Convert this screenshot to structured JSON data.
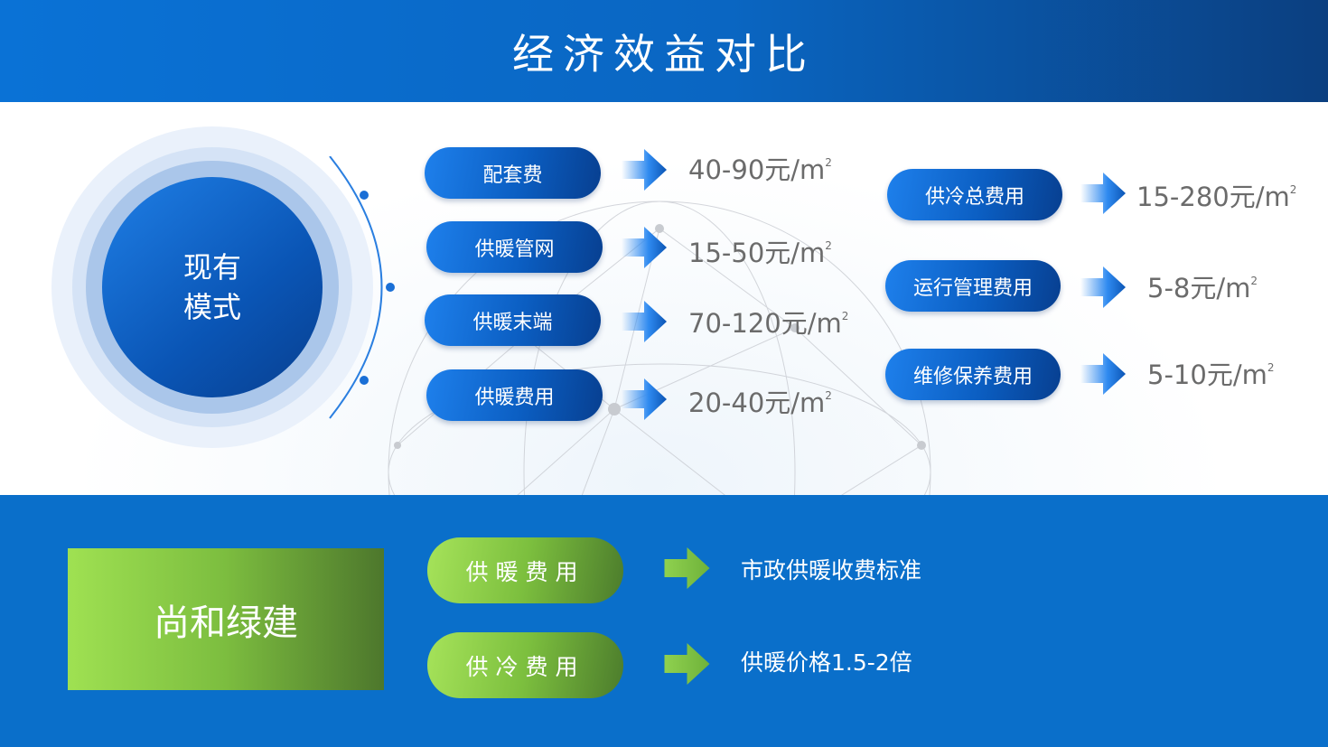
{
  "title": "经济效益对比",
  "current_mode": {
    "label_line1": "现有",
    "label_line2": "模式",
    "left_items": [
      {
        "label": "配套费",
        "value": "40-90元/m",
        "unit_sup": "2"
      },
      {
        "label": "供暖管网",
        "value": "15-50元/m",
        "unit_sup": "2"
      },
      {
        "label": "供暖末端",
        "value": "70-120元/m",
        "unit_sup": "2"
      },
      {
        "label": "供暖费用",
        "value": "20-40元/m",
        "unit_sup": "2"
      }
    ],
    "right_items": [
      {
        "label": "供冷总费用",
        "value": "15-280元/m",
        "unit_sup": "2"
      },
      {
        "label": "运行管理费用",
        "value": "5-8元/m",
        "unit_sup": "2"
      },
      {
        "label": "维修保养费用",
        "value": "5-10元/m",
        "unit_sup": "2"
      }
    ]
  },
  "shanghe": {
    "label": "尚和绿建",
    "items": [
      {
        "label": "供暖费用",
        "value": "市政供暖收费标准"
      },
      {
        "label": "供冷费用",
        "value": "供暖价格1.5-2倍"
      }
    ]
  },
  "colors": {
    "blue": "#0a6fca",
    "green": "#8fd14f"
  }
}
